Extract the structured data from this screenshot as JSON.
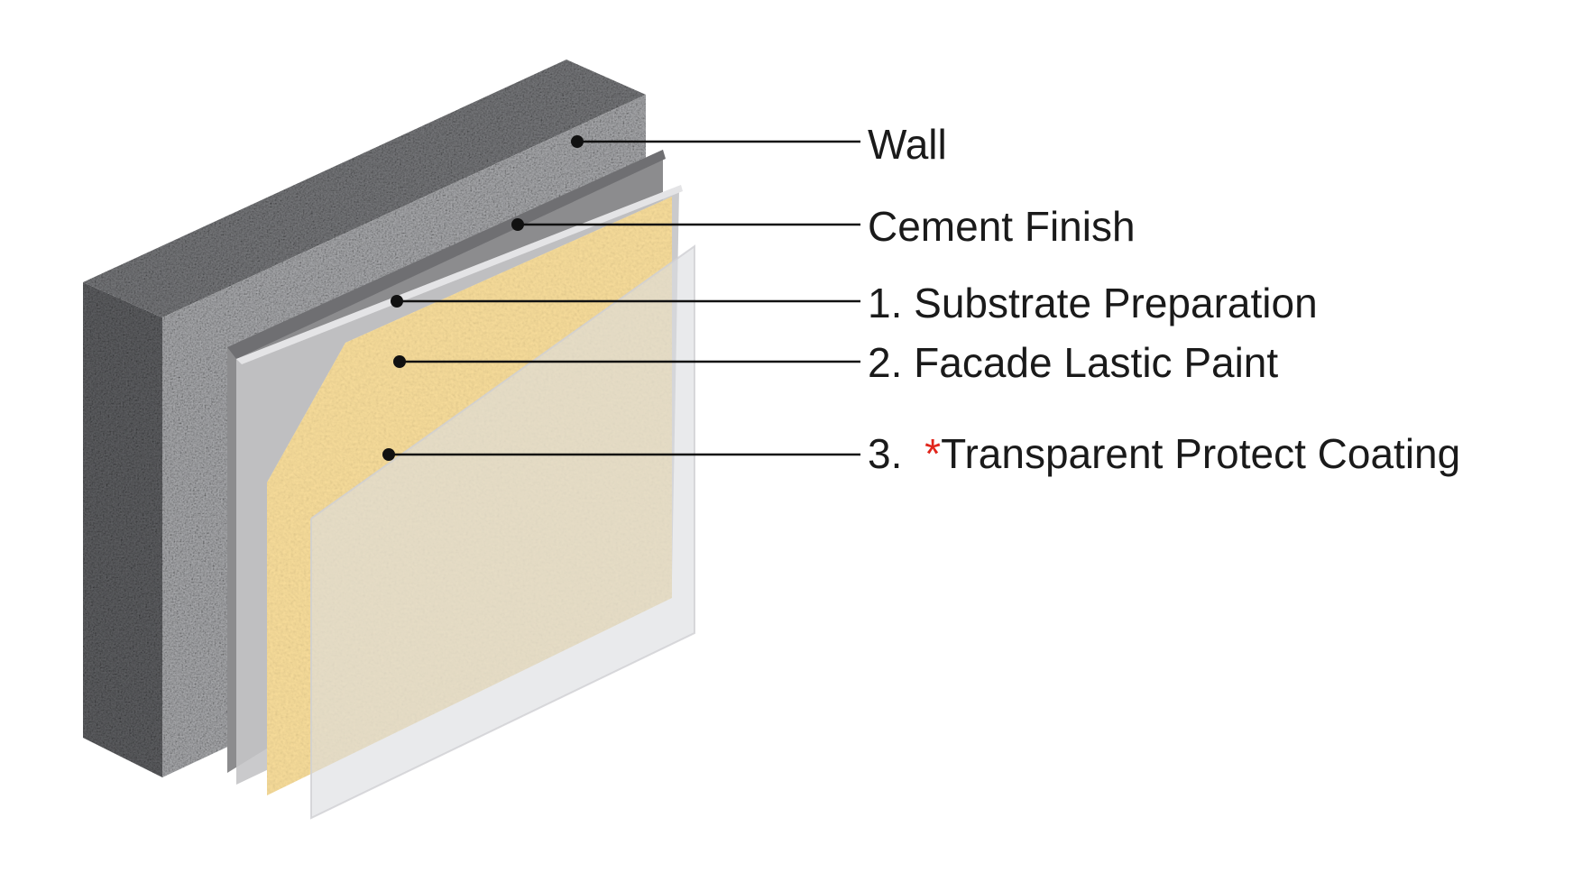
{
  "diagram": {
    "labels": {
      "wall": "Wall",
      "cement_finish": "Cement Finish",
      "substrate": {
        "number": "1.",
        "text": "Substrate Preparation"
      },
      "facade": {
        "number": "2.",
        "text": "Facade Lastic Paint"
      },
      "coating": {
        "number": "3.",
        "asterisk": "*",
        "text": "Transparent Protect Coating"
      }
    },
    "colors": {
      "wall_dark": "#5e5f62",
      "wall_light": "#a9aaad",
      "cement_finish": "#8c8c8e",
      "substrate": "#c4c4c6",
      "facade_paint": "#f7dc9a",
      "coating": "#dcdde0",
      "asterisk": "#e1251b",
      "text": "#1a1a1a"
    }
  }
}
